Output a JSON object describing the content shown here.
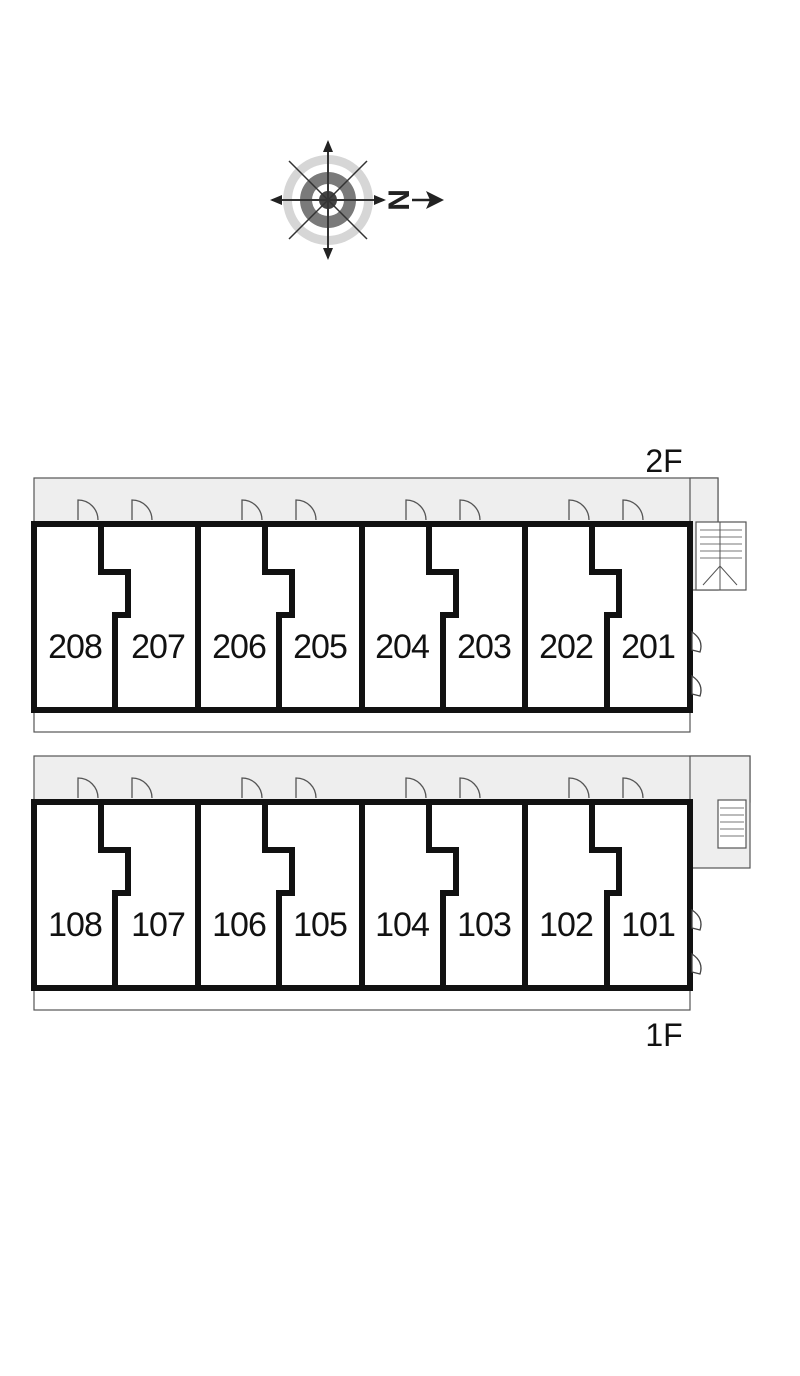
{
  "compass": {
    "north_label": "N",
    "north_direction": "right"
  },
  "floors": [
    {
      "label": "2F",
      "units": [
        "208",
        "207",
        "206",
        "205",
        "204",
        "203",
        "202",
        "201"
      ]
    },
    {
      "label": "1F",
      "units": [
        "108",
        "107",
        "106",
        "105",
        "104",
        "103",
        "102",
        "101"
      ]
    }
  ],
  "colors": {
    "wall": "#111111",
    "corridor": "#eeeeee",
    "line": "#555555"
  }
}
